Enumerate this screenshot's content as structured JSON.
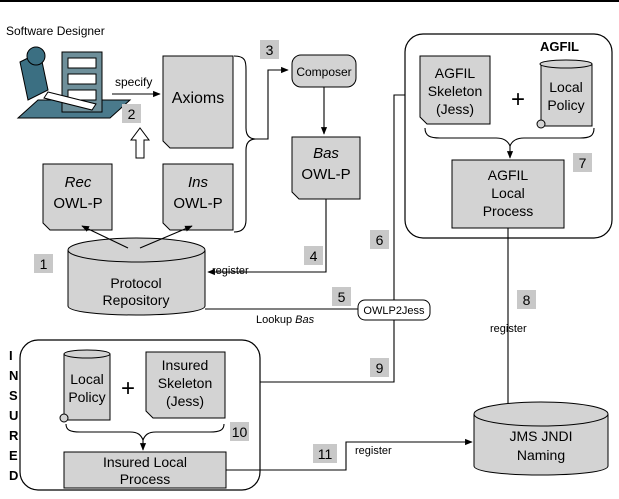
{
  "labels": {
    "software_designer": "Software Designer",
    "specify": "specify",
    "axioms": "Axioms",
    "composer": "Composer",
    "rec_italic": "Rec",
    "ins_italic": "Ins",
    "bas_italic": "Bas",
    "owlp": "OWL-P",
    "protocol": "Protocol",
    "repository": "Repository",
    "register": "register",
    "lookup": "Lookup",
    "owlp2jess": "OWLP2Jess",
    "agfil_title": "AGFIL",
    "agfil": "AGFIL",
    "skeleton": "Skeleton",
    "jess": "(Jess)",
    "local": "Local",
    "policy": "Policy",
    "plus": "+",
    "agfil_local": "AGFIL",
    "local_word": "Local",
    "process": "Process",
    "insured": "Insured",
    "insured_local": "Insured Local",
    "jms_jndi": "JMS JNDI",
    "naming": "Naming",
    "insured_vertical": [
      "I",
      "N",
      "S",
      "U",
      "R",
      "E",
      "D"
    ]
  },
  "steps": [
    "1",
    "2",
    "3",
    "4",
    "5",
    "6",
    "7",
    "8",
    "9",
    "10",
    "11"
  ],
  "colors": {
    "box_fill": "#d3d3d3",
    "number_fill": "#c8c8c8",
    "stroke": "#000000"
  }
}
